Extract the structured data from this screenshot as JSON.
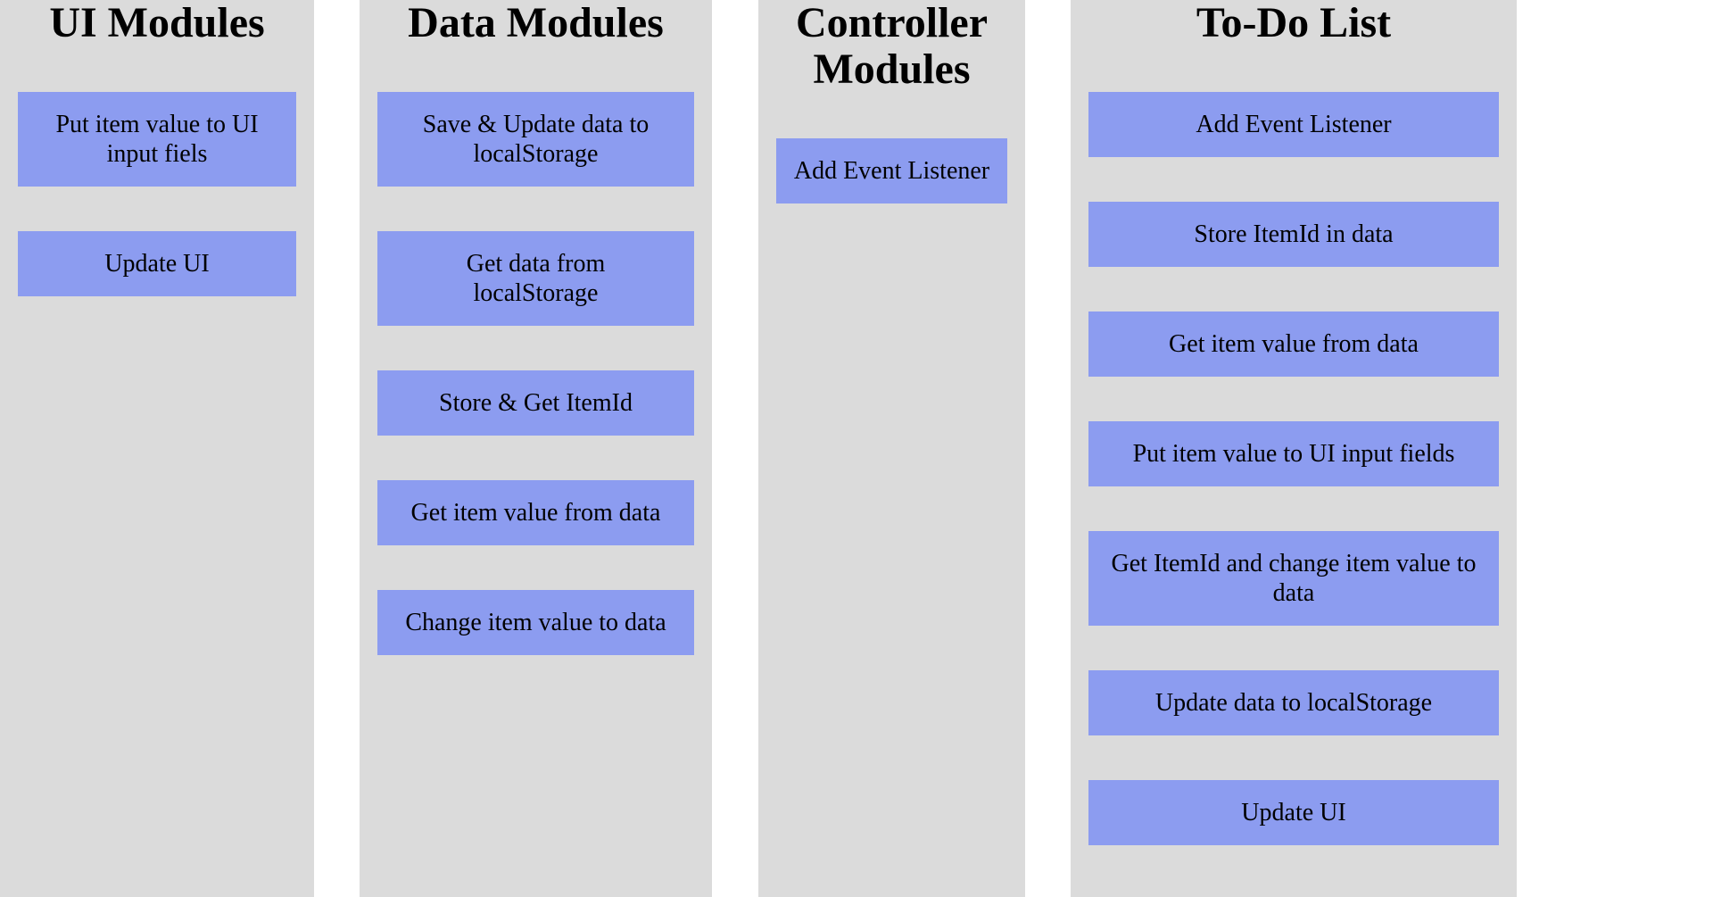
{
  "theme": {
    "page_bg": "#ffffff",
    "column_bg": "#dbdbdb",
    "box_bg": "#8c9cf0",
    "text_color": "#000000"
  },
  "columns": [
    {
      "title": "UI Modules",
      "items": [
        "Put item value to UI input fiels",
        "Update UI"
      ]
    },
    {
      "title": "Data Modules",
      "items": [
        "Save & Update data to localStorage",
        "Get data from localStorage",
        "Store & Get ItemId",
        "Get item value from data",
        "Change item value to data"
      ]
    },
    {
      "title": "Controller Modules",
      "items": [
        "Add Event Listener"
      ]
    },
    {
      "title": "To-Do List",
      "items": [
        "Add Event Listener",
        "Store ItemId in data",
        "Get item value from data",
        "Put item value to UI input fields",
        "Get ItemId and change item value to data",
        "Update data to localStorage",
        "Update UI"
      ]
    }
  ]
}
